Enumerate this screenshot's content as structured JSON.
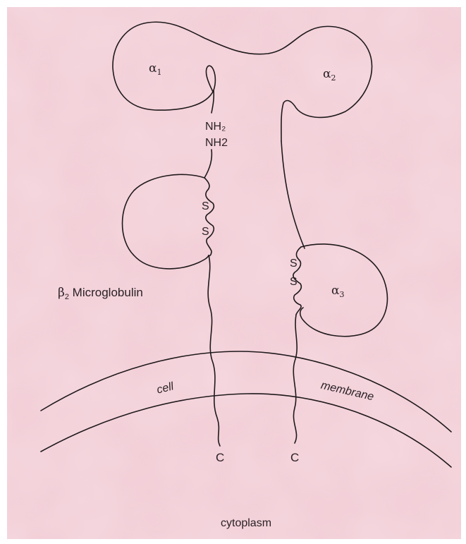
{
  "diagram": {
    "labels": {
      "alpha1": "α",
      "alpha1_sub": "1",
      "alpha2": "α",
      "alpha2_sub": "2",
      "alpha3": "α",
      "alpha3_sub": "3",
      "nh2_top": "NH₂",
      "nh2_bottom": "NH2",
      "disulfide_s": "S",
      "beta2": "β",
      "beta2_sub": "2",
      "beta2_text": " Microglobulin",
      "cell": "cell",
      "membrane": "membrane",
      "c_terminus": "C",
      "cytoplasm": "cytoplasm"
    },
    "colors": {
      "background": "#f2cdd6",
      "frame": "#ffffff",
      "line": "#1f1a1c"
    }
  }
}
